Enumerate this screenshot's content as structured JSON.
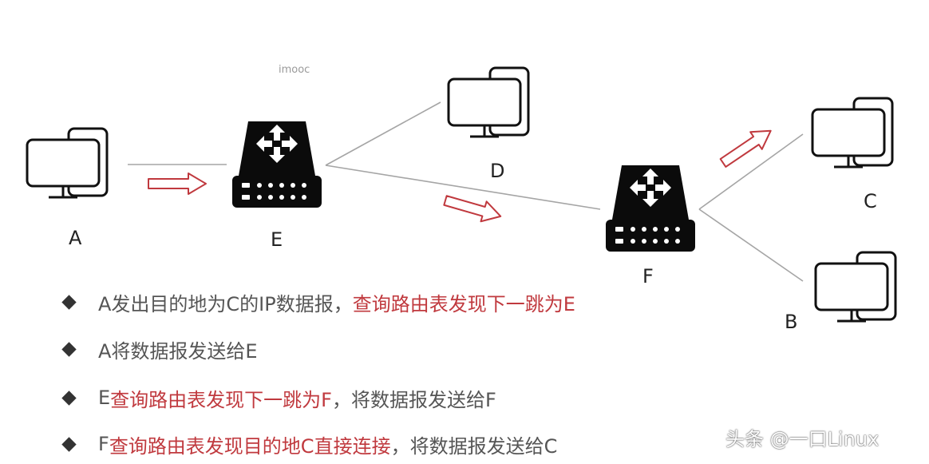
{
  "watermark": "imooc",
  "nodes": {
    "A": "A",
    "E": "E",
    "D": "D",
    "F": "F",
    "C": "C",
    "B": "B"
  },
  "bullets": [
    {
      "plain": "A发出目的地为C的IP数据报，",
      "red": "查询路由表发现下一跳为E",
      "after": ""
    },
    {
      "plain": "A将数据报发送给E",
      "red": "",
      "after": ""
    },
    {
      "plain": "E",
      "red": "查询路由表发现下一跳为F",
      "after": "，将数据报发送给F"
    },
    {
      "plain": "F",
      "red": "查询路由表发现目的地C直接连接",
      "after": "，将数据报发送给C"
    }
  ],
  "credit": "头条 @一口Linux",
  "colors": {
    "accent_red": "#c0393e",
    "device": "#111111",
    "line": "#9a9a9a"
  }
}
